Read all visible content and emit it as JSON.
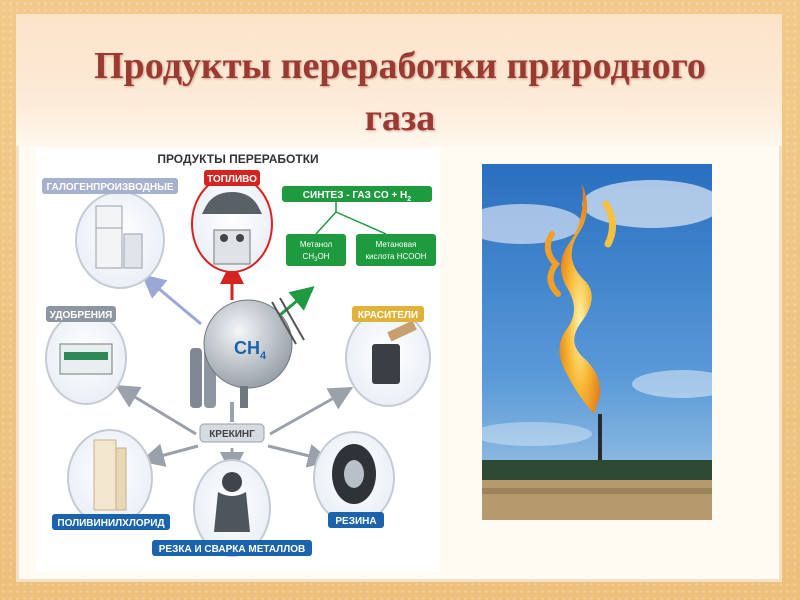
{
  "slide": {
    "title_line1": "Продукты переработки природного",
    "title_line2": "газа"
  },
  "diagram": {
    "heading": "ПРОДУКТЫ ПЕРЕРАБОТКИ",
    "center_formula": "CH",
    "center_formula_sub": "4",
    "center_hub": "КРЕКИНГ",
    "labels": {
      "halogen": "ГАЛОГЕНПРОИЗВОДНЫЕ",
      "fuel": "ТОПЛИВО",
      "synthesis_gas": "СИНТЕЗ - ГАЗ  CO + H",
      "synthesis_gas_sub": "2",
      "fertilizer": "УДОБРЕНИЯ",
      "dyes": "КРАСИТЕЛИ",
      "pvc": "ПОЛИВИНИЛХЛОРИД",
      "cutting": "РЕЗКА И СВАРКА МЕТАЛЛОВ",
      "rubber": "РЕЗИНА"
    },
    "methanol": {
      "line1": "Метанол",
      "line2": "CH",
      "line2_sub": "3",
      "line2_tail": "OH"
    },
    "formic_acid": {
      "line1": "Метановая",
      "line2": "кислота HCOOH"
    },
    "colors": {
      "label_blue": "#1b63ad",
      "label_red": "#d32422",
      "label_green": "#1e9a3f",
      "arrow_grey": "#9aa1aa",
      "title_red": "#9a3a33"
    }
  },
  "photo": {
    "subject": "gas-flare-photo"
  }
}
